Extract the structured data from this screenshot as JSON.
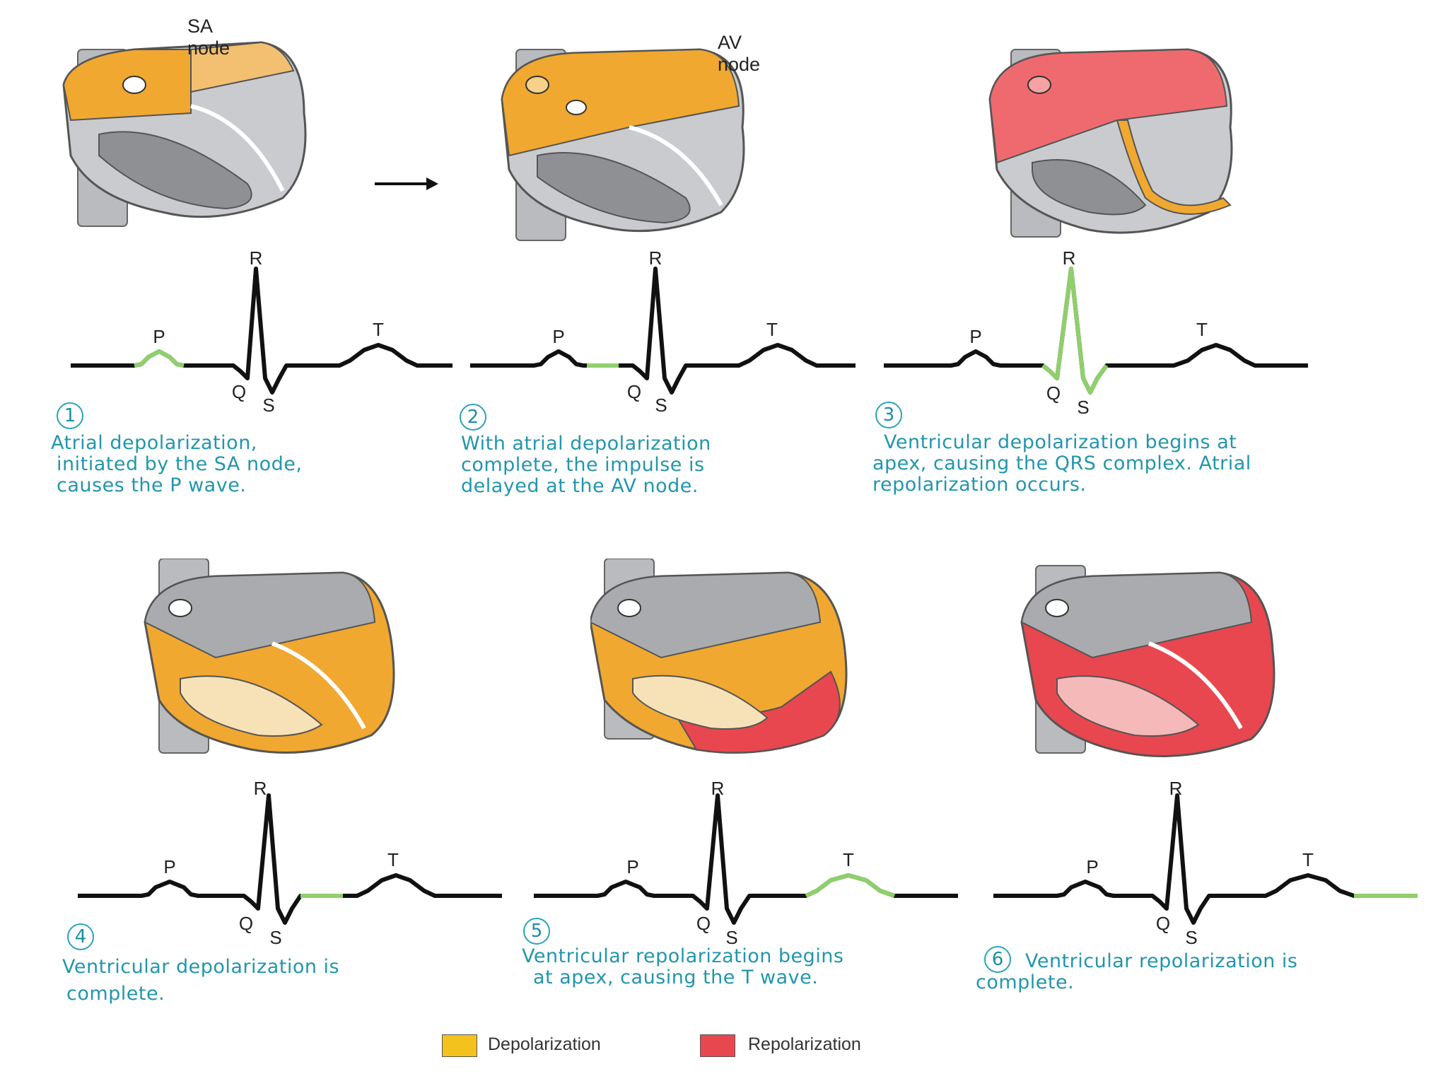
{
  "callouts": {
    "sa_node": "SA node",
    "av_node": "AV node"
  },
  "wave_labels": {
    "p": "P",
    "q": "Q",
    "r": "R",
    "s": "S",
    "t": "T"
  },
  "steps": [
    {
      "number": "1",
      "caption": [
        "Atrial depolarization,",
        "initiated by the SA node,",
        "causes the P wave."
      ]
    },
    {
      "number": "2",
      "caption": [
        "With atrial depolarization",
        "complete, the impulse is",
        "delayed at the AV node."
      ]
    },
    {
      "number": "3",
      "caption": [
        "Ventricular depolarization begins at",
        "apex, causing the QRS complex. Atrial",
        "repolarization occurs."
      ]
    },
    {
      "number": "4",
      "caption": [
        "Ventricular depolarization is",
        "complete."
      ]
    },
    {
      "number": "5",
      "caption": [
        "Ventricular repolarization begins",
        "at apex, causing the T wave."
      ]
    },
    {
      "number": "6",
      "caption": [
        "Ventricular repolarization is",
        "complete."
      ]
    }
  ],
  "legend": [
    {
      "label": "Depolarization",
      "color": "#f4c21c"
    },
    {
      "label": "Repolarization",
      "color": "#e8474f"
    }
  ],
  "colors": {
    "caption": "#2296ad",
    "highlight": "#8fcf6c",
    "trace": "#111111",
    "depol": "#f1a72a",
    "repol": "#ef6a6e",
    "heart_gray": "#a9abaf"
  }
}
